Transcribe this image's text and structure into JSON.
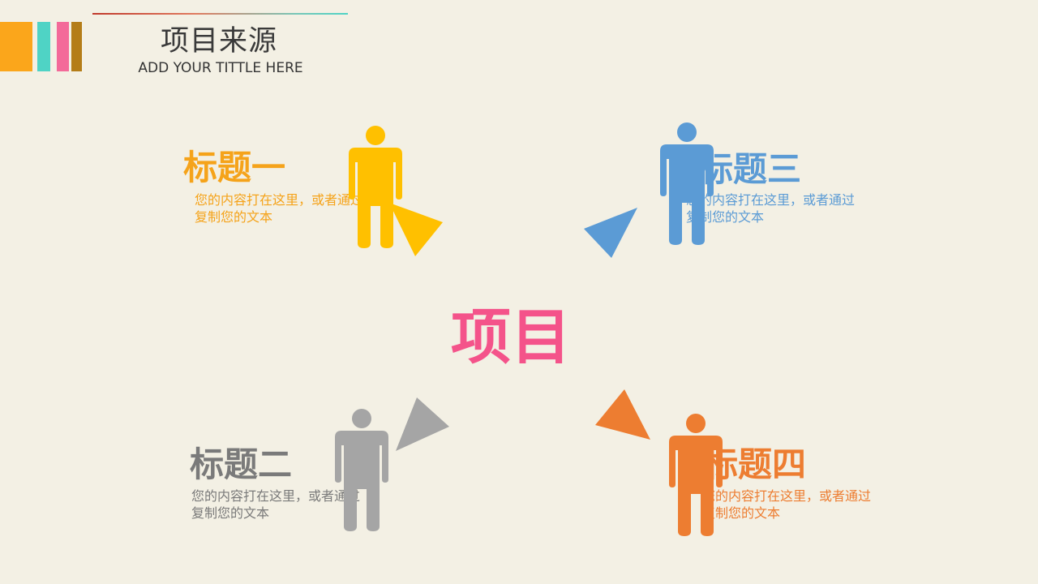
{
  "header": {
    "title": "项目来源",
    "subtitle": "ADD YOUR TITTLE HERE"
  },
  "center": {
    "label": "项目"
  },
  "items": [
    {
      "title": "标题一",
      "line1": "您的内容打在这里，或者通过",
      "line2": "复制您的文本",
      "color": "#f5a31a",
      "figure_color": "#ffc000"
    },
    {
      "title": "标题二",
      "line1": "您的内容打在这里，或者通过",
      "line2": "复制您的文本",
      "color": "#7a7a7a",
      "figure_color": "#a5a5a5"
    },
    {
      "title": "标题三",
      "line1": "您的内容打在这里，或者通过",
      "line2": "复制您的文本",
      "color": "#5b9bd5",
      "figure_color": "#5b9bd5"
    },
    {
      "title": "标题四",
      "line1": "您的内容打在这里，或者通过",
      "line2": "复制您的文本",
      "color": "#ed7d31",
      "figure_color": "#ed7d31"
    }
  ],
  "icons": {
    "person": "person-icon",
    "arrow": "triangle-arrow-icon"
  }
}
